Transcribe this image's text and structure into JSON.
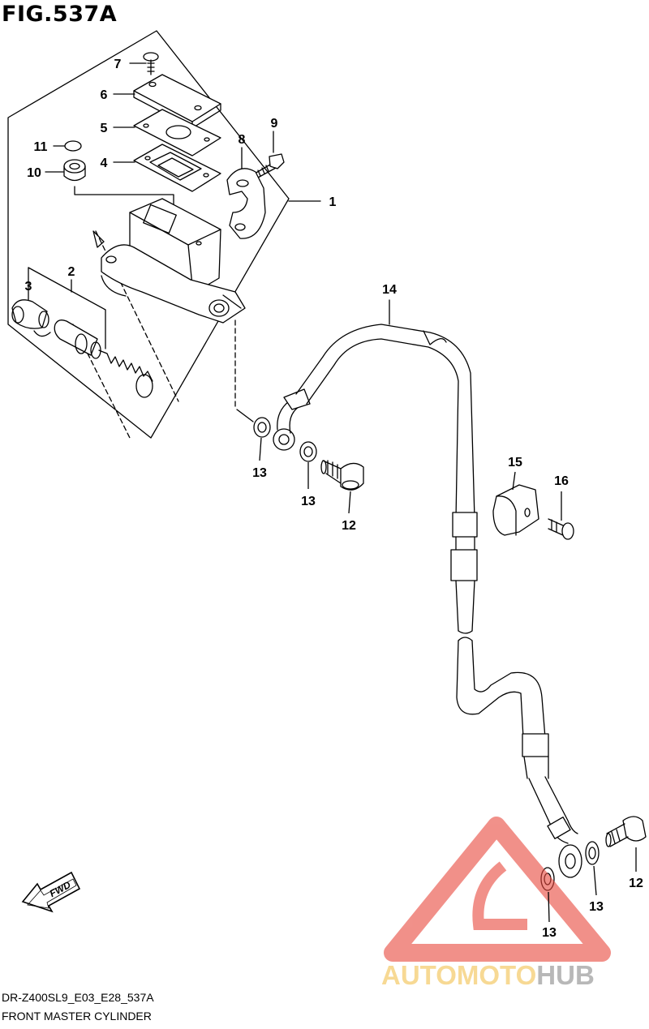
{
  "figure": {
    "title": "FIG.537A"
  },
  "footer": {
    "model_code": "DR-Z400SL9_E03_E28_537A",
    "diagram_name": "FRONT MASTER CYLINDER"
  },
  "direction_badge": {
    "text": "FWD"
  },
  "watermark": {
    "text_a": "AUTOMOTO",
    "text_b": "HUB"
  },
  "callouts": [
    {
      "number": "1"
    },
    {
      "number": "2"
    },
    {
      "number": "3"
    },
    {
      "number": "4"
    },
    {
      "number": "5"
    },
    {
      "number": "6"
    },
    {
      "number": "7"
    },
    {
      "number": "8"
    },
    {
      "number": "9"
    },
    {
      "number": "10"
    },
    {
      "number": "11"
    },
    {
      "number": "12"
    },
    {
      "number": "13"
    },
    {
      "number": "14"
    },
    {
      "number": "15"
    },
    {
      "number": "16"
    }
  ],
  "colors": {
    "line": "#000000",
    "watermark_red": "#e8473c",
    "watermark_gold": "#f2c14e",
    "watermark_gray": "#8a8a8a"
  }
}
